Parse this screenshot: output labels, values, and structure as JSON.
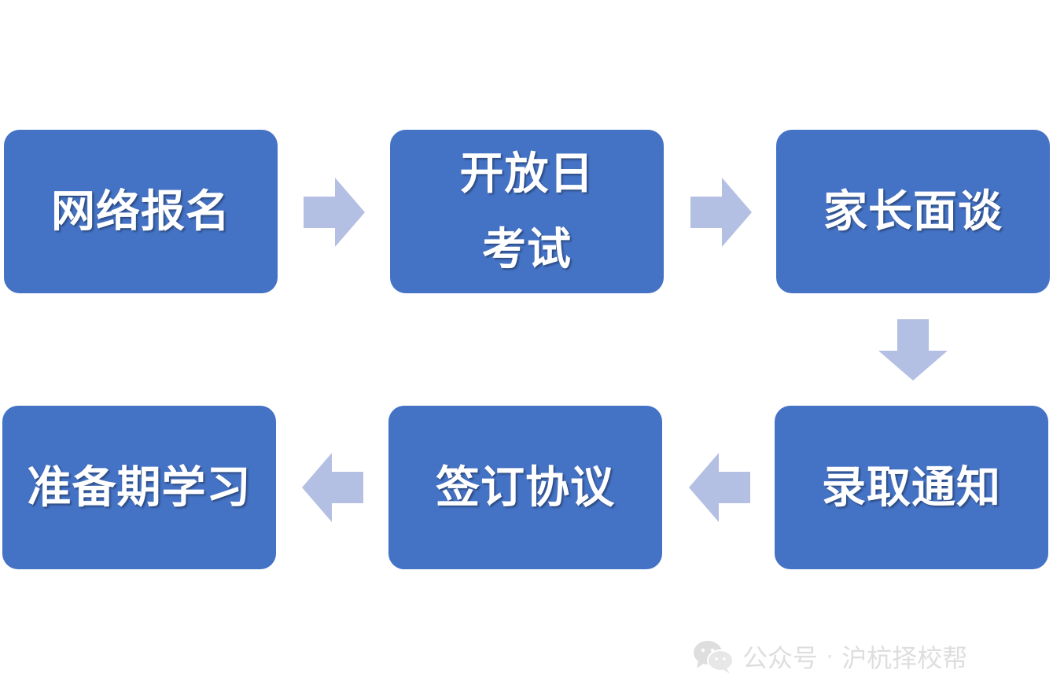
{
  "flow": {
    "steps": [
      {
        "lines": [
          "网络报名"
        ]
      },
      {
        "lines": [
          "开放日",
          "考试"
        ]
      },
      {
        "lines": [
          "家长面谈"
        ]
      },
      {
        "lines": [
          "录取通知"
        ]
      },
      {
        "lines": [
          "签订协议"
        ]
      },
      {
        "lines": [
          "准备期学习"
        ]
      }
    ]
  },
  "colors": {
    "box": "#4472c4",
    "arrow": "#b4c0e3",
    "text": "#ffffff"
  },
  "watermark": {
    "icon": "wechat-icon",
    "source": "公众号",
    "separator": "·",
    "account": "沪杭择校帮"
  }
}
